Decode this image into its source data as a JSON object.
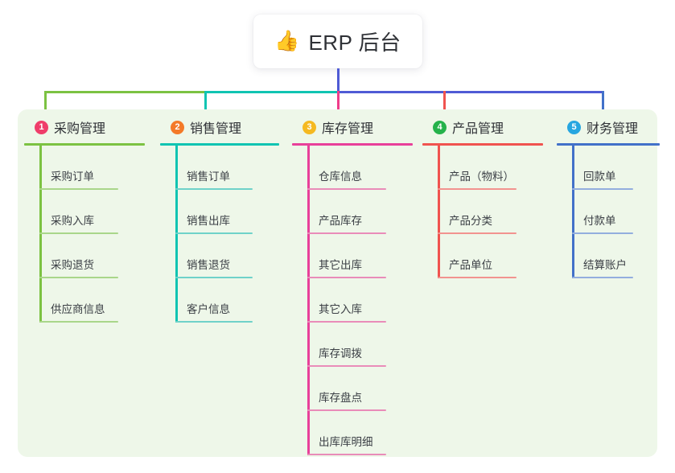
{
  "root": {
    "icon": "thumbs-up-icon",
    "icon_glyph": "👍",
    "title": "ERP 后台"
  },
  "colors": {
    "panel_bg": "#eef7e9",
    "root_line": "#4f5bd5",
    "bus_green": "#7cc242",
    "bus_teal": "#10c4b2",
    "bus_indigo": "#4f5bd5",
    "drop_green": "#7cc242",
    "drop_teal": "#10c4b2",
    "drop_pink": "#ef3d8a",
    "drop_red": "#f0534f",
    "drop_blue": "#4271c9"
  },
  "columns": [
    {
      "number": "1",
      "title": "采购管理",
      "badge_color": "#ef3d6a",
      "accent": "#7cc242",
      "accent_light": "#a9d68a",
      "items": [
        {
          "label": "采购订单"
        },
        {
          "label": "采购入库"
        },
        {
          "label": "采购退货"
        },
        {
          "label": "供应商信息"
        }
      ]
    },
    {
      "number": "2",
      "title": "销售管理",
      "badge_color": "#f47a28",
      "accent": "#10c4b2",
      "accent_light": "#6fd2c9",
      "items": [
        {
          "label": "销售订单"
        },
        {
          "label": "销售出库"
        },
        {
          "label": "销售退货"
        },
        {
          "label": "客户信息"
        }
      ]
    },
    {
      "number": "3",
      "title": "库存管理",
      "badge_color": "#f5b921",
      "accent": "#e8409a",
      "accent_light": "#e98cb9",
      "items": [
        {
          "label": "仓库信息"
        },
        {
          "label": "产品库存"
        },
        {
          "label": "其它出库"
        },
        {
          "label": "其它入库"
        },
        {
          "label": "库存调拨"
        },
        {
          "label": "库存盘点"
        },
        {
          "label": "出库库明细"
        }
      ]
    },
    {
      "number": "4",
      "title": "产品管理",
      "badge_color": "#25b24b",
      "accent": "#f0534f",
      "accent_light": "#f2938f",
      "items": [
        {
          "label": "产品（物料）"
        },
        {
          "label": "产品分类"
        },
        {
          "label": "产品单位"
        }
      ]
    },
    {
      "number": "5",
      "title": "财务管理",
      "badge_color": "#27a6e0",
      "accent": "#4271c9",
      "accent_light": "#93aede",
      "items": [
        {
          "label": "回款单"
        },
        {
          "label": "付款单"
        },
        {
          "label": "结算账户"
        }
      ]
    }
  ]
}
